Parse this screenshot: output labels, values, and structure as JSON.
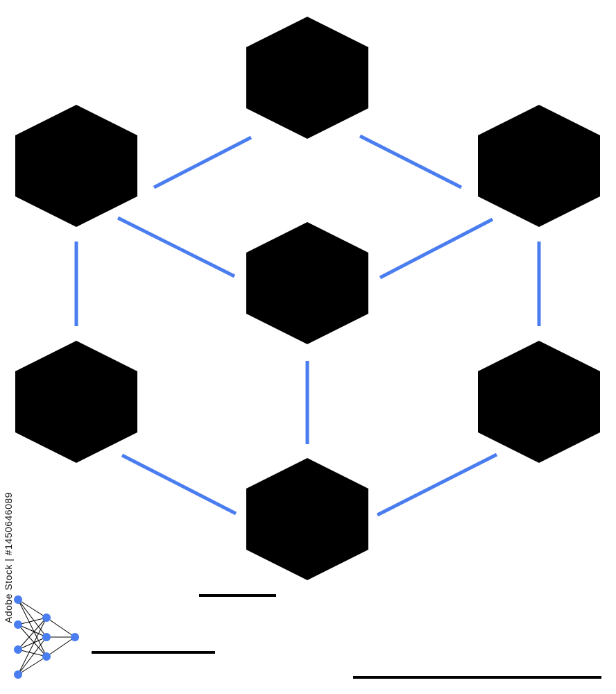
{
  "diagram": {
    "colors": {
      "cube_stroke": "#000000",
      "connector": "#4a7df0",
      "background": "#ffffff"
    },
    "nodes": [
      {
        "id": "cube-top",
        "icon": "cube-icon"
      },
      {
        "id": "cube-upper-left",
        "icon": "cube-icon"
      },
      {
        "id": "cube-upper-right",
        "icon": "cube-icon"
      },
      {
        "id": "cube-center",
        "icon": "cube-icon"
      },
      {
        "id": "cube-lower-left",
        "icon": "cube-icon"
      },
      {
        "id": "cube-lower-right",
        "icon": "cube-icon"
      },
      {
        "id": "cube-bottom",
        "icon": "cube-icon"
      }
    ],
    "edges": [
      [
        "cube-top",
        "cube-upper-left"
      ],
      [
        "cube-top",
        "cube-upper-right"
      ],
      [
        "cube-upper-left",
        "cube-center"
      ],
      [
        "cube-upper-right",
        "cube-center"
      ],
      [
        "cube-upper-left",
        "cube-lower-left"
      ],
      [
        "cube-upper-right",
        "cube-lower-right"
      ],
      [
        "cube-center",
        "cube-bottom"
      ],
      [
        "cube-lower-left",
        "cube-bottom"
      ],
      [
        "cube-lower-right",
        "cube-bottom"
      ]
    ]
  },
  "watermark": {
    "id_text": "Adobe Stock | #1450646089",
    "logo_icon": "neural-network-icon"
  }
}
